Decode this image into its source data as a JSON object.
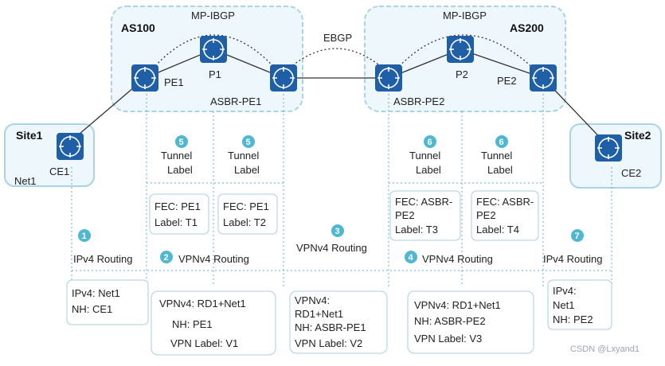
{
  "areas": {
    "as100": {
      "name": "AS100",
      "protocol": "MP-IBGP"
    },
    "as200": {
      "name": "AS200",
      "protocol": "MP-IBGP"
    },
    "ebgp": "EBGP",
    "site1": "Site1",
    "site2": "Site2"
  },
  "routers": {
    "pe1": "PE1",
    "p1": "P1",
    "asbr1": "ASBR-PE1",
    "asbr2": "ASBR-PE2",
    "p2": "P2",
    "pe2": "PE2",
    "ce1": "CE1",
    "ce2": "CE2",
    "net1": "Net1",
    "router_glyph": "R"
  },
  "steps": [
    {
      "num": "1",
      "label": "IPv4 Routing"
    },
    {
      "num": "2",
      "label": "VPNv4 Routing"
    },
    {
      "num": "3",
      "label": "VPNv4 Routing"
    },
    {
      "num": "4",
      "label": "VPNv4 Routing"
    },
    {
      "num": "5",
      "label": "Tunnel Label"
    },
    {
      "num": "6",
      "label": "Tunnel Label"
    },
    {
      "num": "7",
      "label": "IPv4 Routing"
    }
  ],
  "tunnel_labels": {
    "l1": "Tunnel",
    "l2": "Label"
  },
  "fec_boxes": [
    {
      "lines": [
        "FEC: PE1",
        "Label: T1"
      ]
    },
    {
      "lines": [
        "FEC: PE1",
        "Label: T2"
      ]
    },
    {
      "lines": [
        "FEC: ASBR-",
        "PE2",
        "Label: T3"
      ]
    },
    {
      "lines": [
        "FEC: ASBR-",
        "PE2",
        "Label: T4"
      ]
    }
  ],
  "route_boxes": [
    {
      "lines": [
        "IPv4: Net1",
        "NH: CE1"
      ]
    },
    {
      "lines": [
        "VPNv4: RD1+Net1",
        "NH: PE1",
        "VPN Label: V1"
      ]
    },
    {
      "lines": [
        "VPNv4:",
        "RD1+Net1",
        "NH: ASBR-PE1",
        "VPN Label: V2"
      ]
    },
    {
      "lines": [
        "VPNv4: RD1+Net1",
        "NH: ASBR-PE2",
        "VPN Label: V3"
      ]
    },
    {
      "lines": [
        "IPv4:",
        "Net1",
        "NH: PE2"
      ]
    }
  ],
  "watermark": "CSDN @Lxyand1",
  "colors": {
    "router": "#1f5fa8",
    "area_fill": "#eef8fc",
    "area_border": "#a8d4e6",
    "step_circle": "#4fb8d0",
    "box_border": "#a8cfe0",
    "link": "#333333"
  }
}
